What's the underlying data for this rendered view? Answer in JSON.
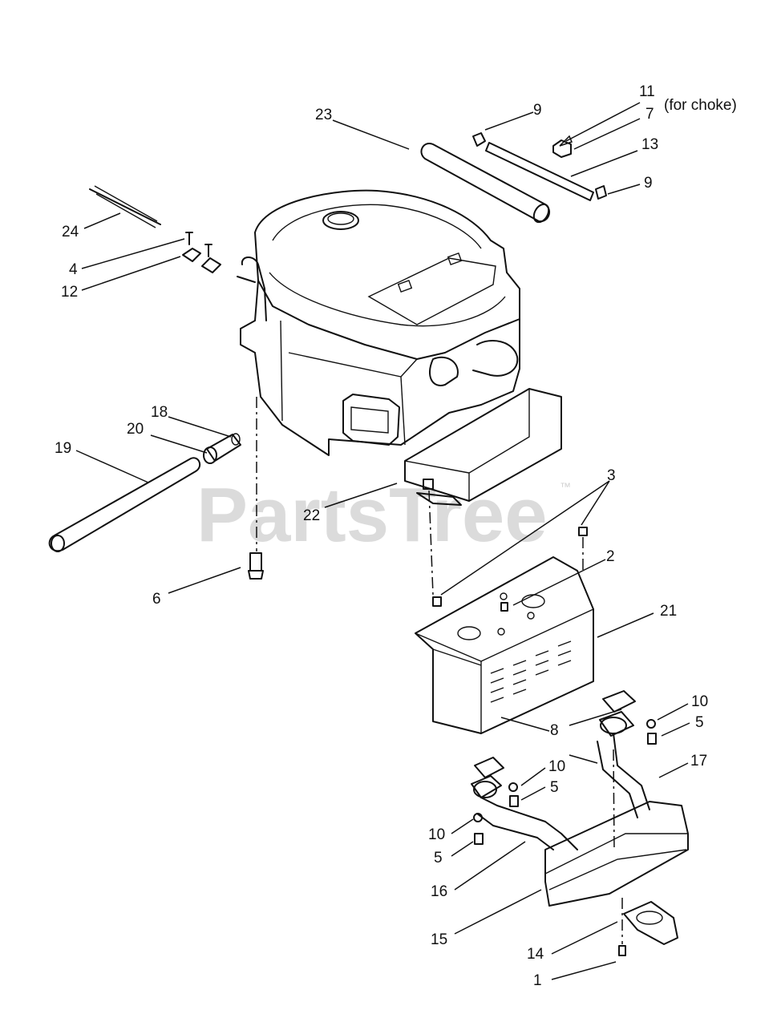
{
  "watermark": {
    "text": "PartsTree",
    "tm": "™"
  },
  "note": "(for choke)",
  "callouts": [
    {
      "id": "c11",
      "text": "11"
    },
    {
      "id": "c7",
      "text": "7"
    },
    {
      "id": "c13",
      "text": "13"
    },
    {
      "id": "c9a",
      "text": "9"
    },
    {
      "id": "c9b",
      "text": "9"
    },
    {
      "id": "c23",
      "text": "23"
    },
    {
      "id": "c24",
      "text": "24"
    },
    {
      "id": "c4",
      "text": "4"
    },
    {
      "id": "c12",
      "text": "12"
    },
    {
      "id": "c18",
      "text": "18"
    },
    {
      "id": "c20",
      "text": "20"
    },
    {
      "id": "c19",
      "text": "19"
    },
    {
      "id": "c22",
      "text": "22"
    },
    {
      "id": "c3",
      "text": "3"
    },
    {
      "id": "c2",
      "text": "2"
    },
    {
      "id": "c21",
      "text": "21"
    },
    {
      "id": "c6",
      "text": "6"
    },
    {
      "id": "c10a",
      "text": "10"
    },
    {
      "id": "c5a",
      "text": "5"
    },
    {
      "id": "c8",
      "text": "8"
    },
    {
      "id": "c17",
      "text": "17"
    },
    {
      "id": "c10b",
      "text": "10"
    },
    {
      "id": "c5b",
      "text": "5"
    },
    {
      "id": "c10c",
      "text": "10"
    },
    {
      "id": "c5c",
      "text": "5"
    },
    {
      "id": "c16",
      "text": "16"
    },
    {
      "id": "c15",
      "text": "15"
    },
    {
      "id": "c14",
      "text": "14"
    },
    {
      "id": "c1",
      "text": "1"
    }
  ]
}
